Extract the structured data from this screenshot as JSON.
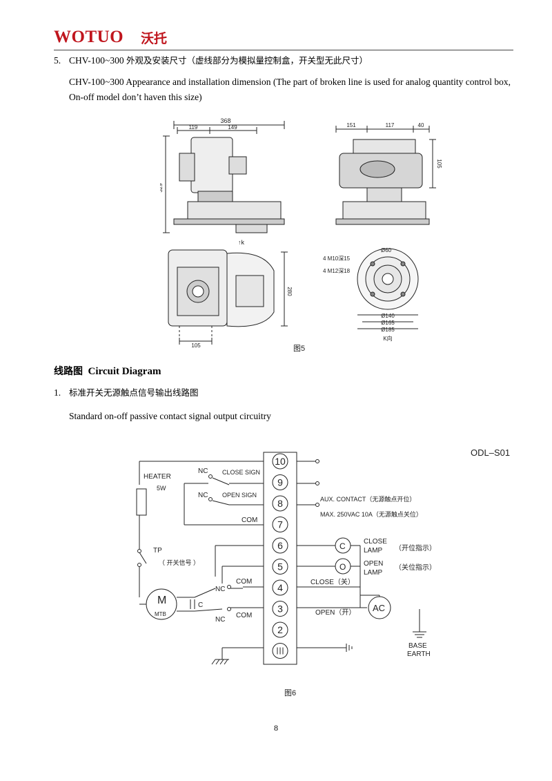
{
  "header": {
    "logo_text": "WOTUO",
    "logo_cn": "沃托",
    "brand_color": "#c0161e"
  },
  "section5": {
    "number": "5.",
    "title_prefix": "CHV-100~300",
    "title_cn": "外观及安装尺寸（虚线部分为模拟量控制盒，开关型无此尺寸）",
    "title_en": "CHV-100~300 Appearance and installation dimension (The part of broken line is used for analog quantity control box, On-off model don’t haven this size)"
  },
  "figure5": {
    "dims": {
      "d368": "368",
      "d119": "119",
      "d149": "149",
      "d329": "329",
      "d151": "151",
      "d117": "117",
      "d40": "40",
      "d105_side": "105",
      "d280": "280",
      "d105_bottom": "105",
      "phi60": "Ø60",
      "m10": "4 M10深15",
      "m12": "4 M12深18",
      "phi140": "Ø140",
      "phi165": "Ø165",
      "phi185": "Ø185"
    },
    "arrow_k": "↑k",
    "k_view": "K向",
    "caption": "图5"
  },
  "circuit": {
    "heading_cn": "线路图",
    "heading_en": "Circuit Diagram",
    "item_number": "1.",
    "item_cn": "标准开关无源触点信号输出线路图",
    "item_en": "Standard on-off passive contact signal output circuitry"
  },
  "figure6": {
    "model": "ODL–S01",
    "terminals": [
      "10",
      "9",
      "8",
      "7",
      "6",
      "5",
      "4",
      "3",
      "2"
    ],
    "labels": {
      "heater": "HEATER",
      "heater_w": "5W",
      "nc1": "NC",
      "close_sign": "CLOSE SIGN",
      "nc2": "NC",
      "open_sign": "OPEN SIGN",
      "com1": "COM",
      "tp": "TP",
      "switch_signal": "（ 开关信号 ）",
      "com2": "COM",
      "nc3": "NC",
      "nc4": "NC",
      "com3": "COM",
      "motor": "M",
      "mtb": "MTB",
      "cap": "C",
      "aux1": "AUX. CONTACT（无源触点开位）",
      "aux2": "MAX. 250VAC 10A（无源触点关位）",
      "close_lamp": "CLOSE",
      "close_lamp2": "LAMP",
      "close_lamp_cn": "（开位指示）",
      "open_lamp": "OPEN",
      "open_lamp2": "LAMP",
      "open_lamp_cn": "（关位指示）",
      "lamp_c": "C",
      "lamp_o": "O",
      "close_cn": "CLOSE（关）",
      "open_cn": "OPEN（开）",
      "ac": "AC",
      "base": "BASE",
      "earth": "EARTH"
    },
    "caption": "图6"
  },
  "footer": {
    "page_number": "8"
  }
}
